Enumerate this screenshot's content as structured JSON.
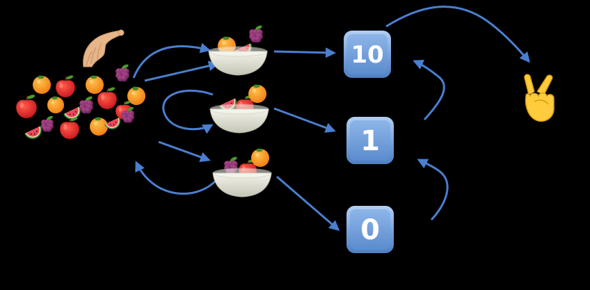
{
  "diagram": {
    "colors": {
      "background": "#000000",
      "arrow": "#4a7fd0",
      "keycap_top": "#a8c6ee",
      "keycap_mid": "#6a9ad6",
      "keycap_bottom": "#4f7fc0",
      "bowl": "#ecece2",
      "bowl_shade": "#c9c9bd",
      "hand": "#e7b58a",
      "hand_shade": "#c99366"
    },
    "fruit_pile": {
      "icon": "mixed-fruit-pile-icon",
      "items": [
        "orange",
        "apple",
        "orange",
        "apple",
        "grapes",
        "apple",
        "orange",
        "watermelon",
        "grapes",
        "apple",
        "orange",
        "watermelon",
        "grapes",
        "apple",
        "orange",
        "watermelon",
        "grapes",
        "orange"
      ]
    },
    "hand": {
      "icon": "pinching-hand-icon"
    },
    "bowls": [
      {
        "id": "bowl-top",
        "icon": "fruit-bowl-icon",
        "fruits": [
          "orange",
          "watermelon",
          "grapes"
        ]
      },
      {
        "id": "bowl-middle",
        "icon": "fruit-bowl-icon",
        "fruits": [
          "watermelon",
          "apple",
          "orange"
        ]
      },
      {
        "id": "bowl-bottom",
        "icon": "fruit-bowl-icon",
        "fruits": [
          "grapes",
          "apple",
          "orange"
        ]
      }
    ],
    "keycaps": [
      {
        "id": "keycap-10",
        "label": "10"
      },
      {
        "id": "keycap-1",
        "label": "1"
      },
      {
        "id": "keycap-0",
        "label": "0"
      }
    ],
    "victory_hand": {
      "icon": "victory-hand-icon"
    }
  }
}
